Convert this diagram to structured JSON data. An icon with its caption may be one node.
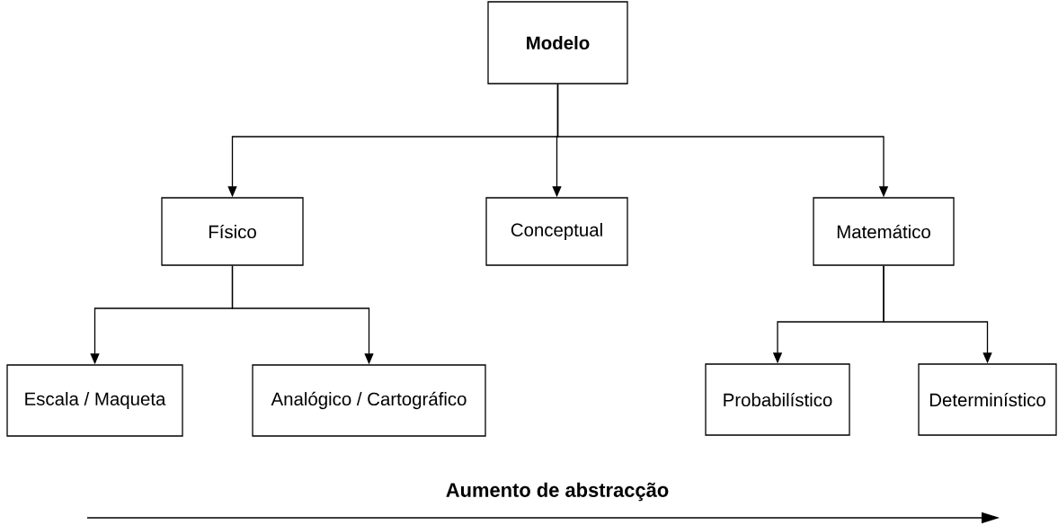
{
  "diagram": {
    "nodes": [
      {
        "text": [
          "Modelo"
        ]
      },
      {
        "text": [
          "Físico"
        ]
      },
      {
        "text": [
          "Conceptual"
        ]
      },
      {
        "text": [
          "Matemático"
        ]
      },
      {
        "text": [
          "Escala / Maqueta"
        ]
      },
      {
        "text": [
          "Analógico / Cartográfico"
        ]
      },
      {
        "text": [
          "Probabilístico"
        ]
      },
      {
        "text": [
          "Determinístico"
        ]
      }
    ],
    "edges": [
      {
        "from": 0,
        "to": 1,
        "arrow": "to"
      },
      {
        "from": 0,
        "to": 2,
        "arrow": "to"
      },
      {
        "from": 0,
        "to": 3,
        "arrow": "to"
      },
      {
        "from": 1,
        "to": 4,
        "arrow": "to"
      },
      {
        "from": 1,
        "to": 5,
        "arrow": "to"
      },
      {
        "from": 3,
        "to": 6,
        "arrow": "to"
      },
      {
        "from": 3,
        "to": 7,
        "arrow": "to"
      }
    ],
    "labels": [
      "Aumento de abstracção"
    ]
  }
}
